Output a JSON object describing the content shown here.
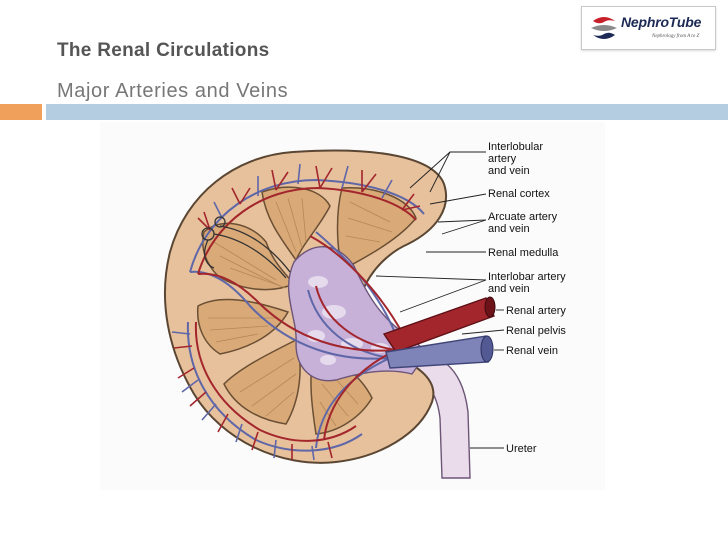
{
  "slide": {
    "title": "The Renal Circulations",
    "subtitle": "Major Arteries and Veins"
  },
  "logo": {
    "brand": "NephroTube",
    "tagline": "Nephrology from A to Z"
  },
  "diagram": {
    "labels": {
      "interlobular_1": "Interlobular",
      "interlobular_2": "artery",
      "interlobular_3": "and vein",
      "renal_cortex": "Renal cortex",
      "arcuate_1": "Arcuate artery",
      "arcuate_2": "and vein",
      "renal_medulla": "Renal medulla",
      "interlobar_1": "Interlobar artery",
      "interlobar_2": "and vein",
      "renal_artery": "Renal artery",
      "renal_pelvis": "Renal pelvis",
      "renal_vein": "Renal vein",
      "ureter": "Ureter"
    }
  },
  "colors": {
    "accent_orange": "#f0a05a",
    "accent_blue": "#b5cde0",
    "artery": "#a3262d",
    "vein": "#7e84b8",
    "cortex": "#e7c19c",
    "medulla": "#d9aa78",
    "pelvis": "#c7b1d9"
  }
}
